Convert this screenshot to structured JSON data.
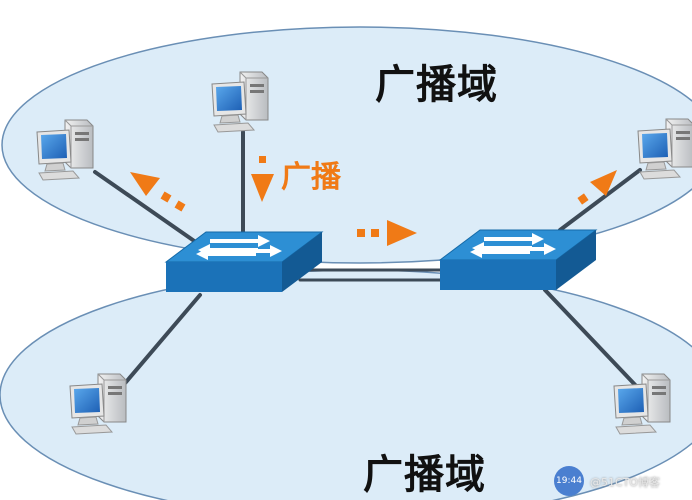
{
  "domains": {
    "top_label": "广播域",
    "bottom_label": "广播域"
  },
  "broadcast_label": "广播",
  "overlay": {
    "time_badge": "19:44",
    "watermark": "@51CTO博客"
  },
  "colors": {
    "domain_fill": "#dcecf8",
    "domain_stroke": "#6a8fb5",
    "switch_top": "#2d8fd4",
    "switch_front": "#1b72b8",
    "switch_side": "#135a94",
    "link": "#3d4a57",
    "arrow": "#f07a16"
  },
  "nodes": [
    {
      "id": "pc-top-center",
      "type": "pc",
      "domain": "top"
    },
    {
      "id": "pc-top-left",
      "type": "pc",
      "domain": "top"
    },
    {
      "id": "pc-top-right",
      "type": "pc",
      "domain": "top"
    },
    {
      "id": "pc-bottom-left",
      "type": "pc",
      "domain": "bottom"
    },
    {
      "id": "pc-bottom-right",
      "type": "pc",
      "domain": "bottom"
    },
    {
      "id": "switch-left",
      "type": "switch"
    },
    {
      "id": "switch-right",
      "type": "switch"
    }
  ]
}
